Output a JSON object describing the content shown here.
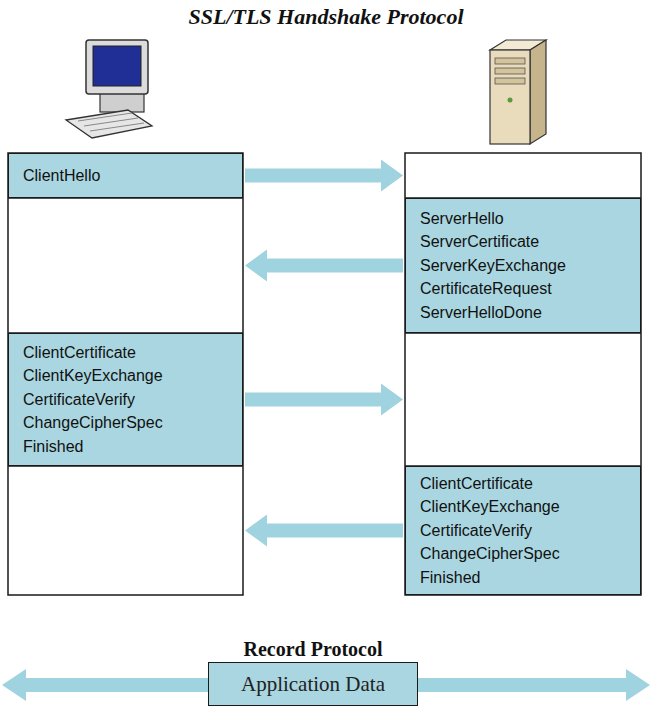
{
  "diagram": {
    "title": "SSL/TLS Handshake Protocol",
    "nodes": [
      {
        "text": [
          "ClientHello"
        ]
      },
      {
        "text": [
          "ServerHello",
          "ServerCertificate",
          "ServerKeyExchange",
          "CertificateRequest",
          "ServerHelloDone"
        ]
      },
      {
        "text": [
          "ClientCertificate",
          "ClientKeyExchange",
          "CertificateVerify",
          "ChangeCipherSpec",
          "Finished"
        ]
      },
      {
        "text": [
          "ClientCertificate",
          "ClientKeyExchange",
          "CertificateVerify",
          "ChangeCipherSpec",
          "Finished"
        ]
      },
      {
        "text": [
          "Record Protocol",
          "Application Data"
        ]
      }
    ],
    "edges": [
      {
        "from": 0,
        "to": 1,
        "arrow": "to"
      },
      {
        "from": 1,
        "to": 0,
        "arrow": "to"
      },
      {
        "from": 2,
        "to": 3,
        "arrow": "to"
      },
      {
        "from": 3,
        "to": 2,
        "arrow": "to"
      }
    ]
  }
}
